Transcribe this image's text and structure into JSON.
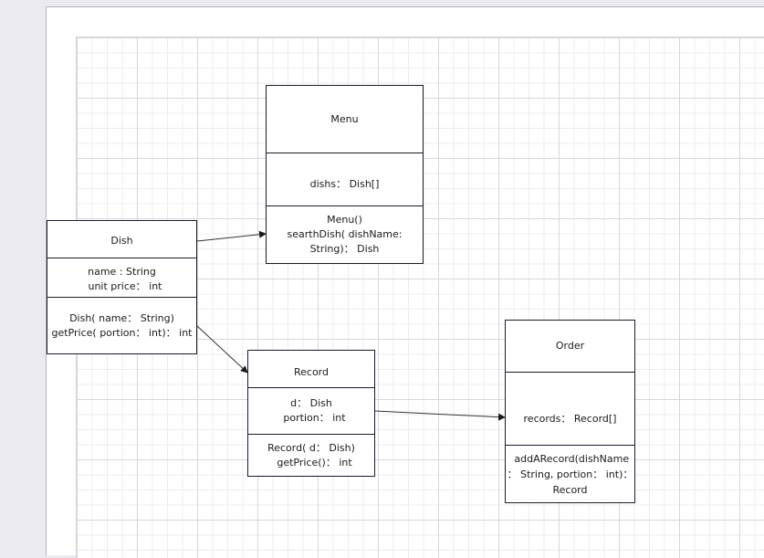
{
  "diagram": {
    "type": "UML class diagram",
    "classes": {
      "menu": {
        "name": "Menu",
        "attributes": [
          "dishs： Dish[]"
        ],
        "methods": [
          "Menu()",
          "searthDish( dishName:",
          "String)： Dish"
        ]
      },
      "dish": {
        "name": "Dish",
        "attributes": [
          "name : String",
          "  unit price： int"
        ],
        "methods": [
          "Dish( name： String)",
          "getPrice( portion： int)： int"
        ]
      },
      "record": {
        "name": "Record",
        "attributes": [
          "d： Dish",
          "  portion： int"
        ],
        "methods": [
          "Record( d： Dish)",
          "  getPrice()： int"
        ]
      },
      "order": {
        "name": "Order",
        "attributes": [
          "records： Record[]"
        ],
        "methods": [
          " addARecord(dishName",
          "： String, portion： int)：",
          "Record"
        ]
      }
    },
    "associations": [
      {
        "from": "Dish",
        "to": "Menu"
      },
      {
        "from": "Dish",
        "to": "Record"
      },
      {
        "from": "Record",
        "to": "Order"
      }
    ]
  }
}
